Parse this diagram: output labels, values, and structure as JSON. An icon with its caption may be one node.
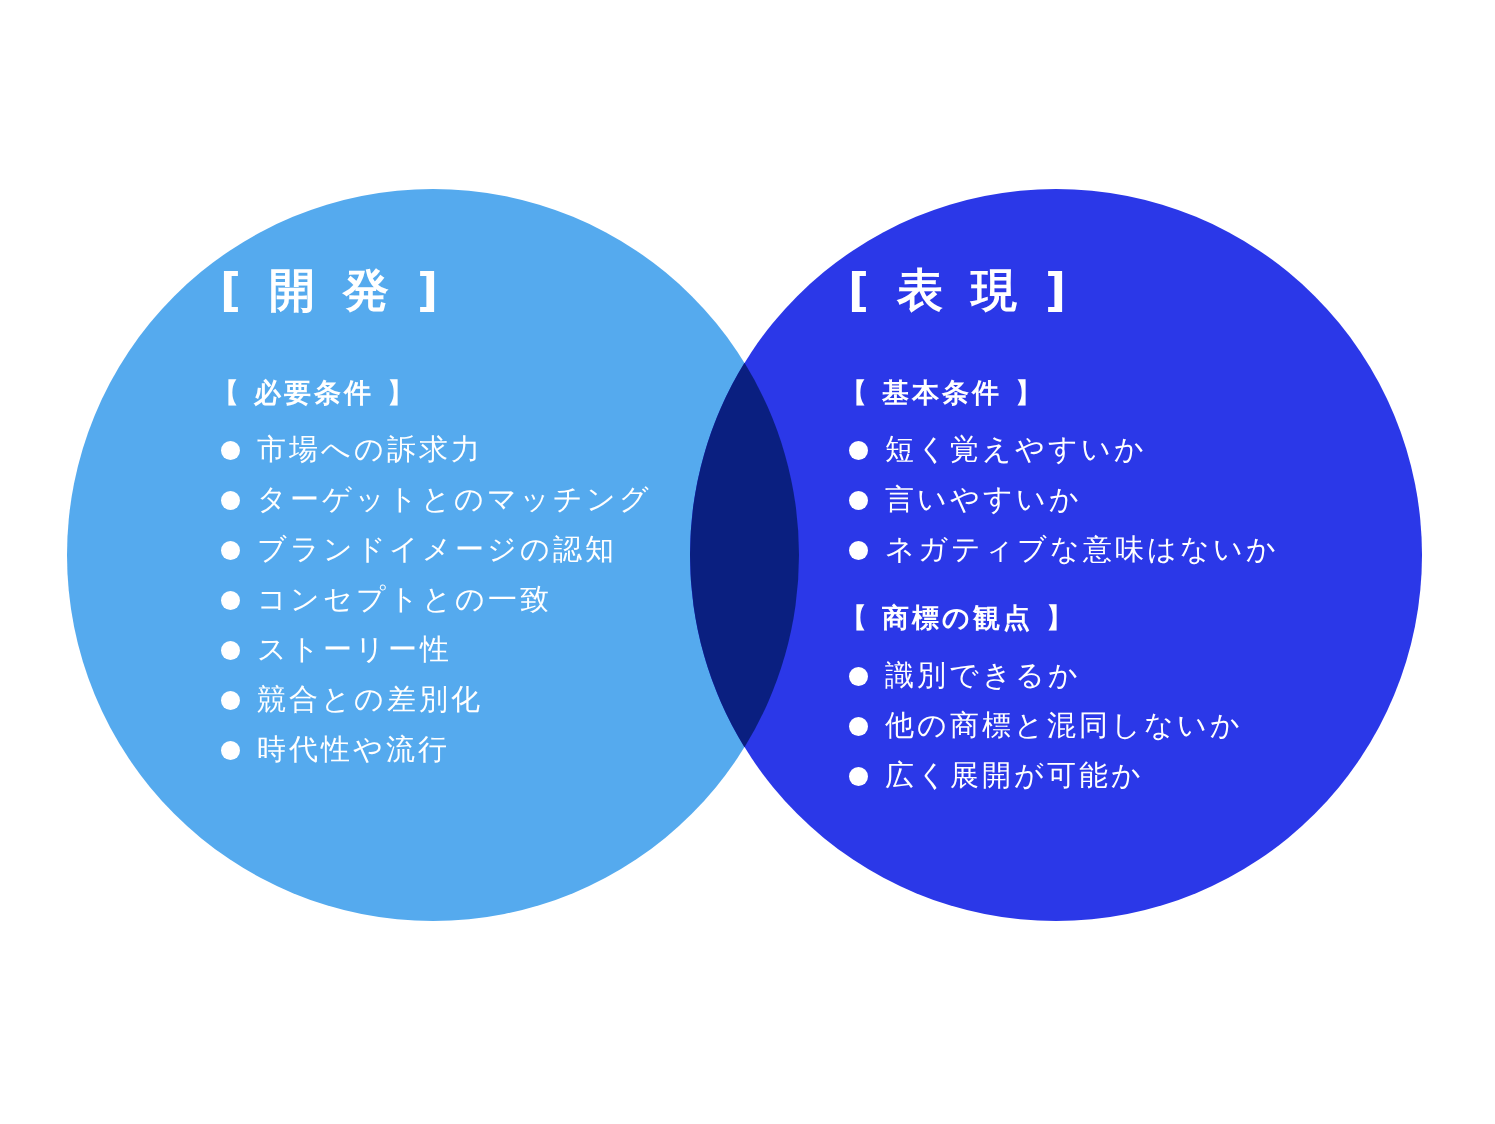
{
  "diagram": {
    "nodes": [
      {
        "text": [
          "[ 開 発 ]",
          "【 必要条件 】",
          "市場への訴求力",
          "ターゲットとのマッチング",
          "ブランドイメージの認知",
          "コンセプトとの一致",
          "ストーリー性",
          "競合との差別化",
          "時代性や流行"
        ]
      },
      {
        "text": [
          "[ 表 現 ]",
          "【 基本条件 】",
          "短く覚えやすいか",
          "言いやすいか",
          "ネガティブな意味はないか",
          "【 商標の観点 】",
          "識別できるか",
          "他の商標と混同しないか",
          "広く展開が可能か"
        ]
      }
    ]
  }
}
